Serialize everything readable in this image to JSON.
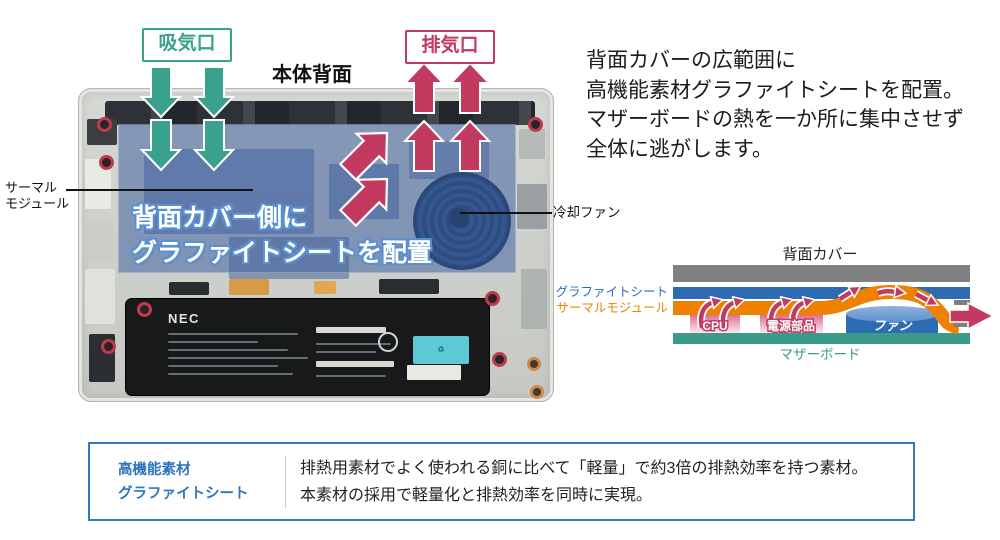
{
  "photo": {
    "intake_label": "吸気口",
    "body_back_label": "本体背面",
    "exhaust_label": "排気口",
    "thermal_module_label_line1": "サーマル",
    "thermal_module_label_line2": "モジュール",
    "cooling_fan_label": "冷却ファン",
    "overlay_caption_line1": "背面カバー側に",
    "overlay_caption_line2": "グラファイトシートを配置",
    "battery_brand": "NEC"
  },
  "description": {
    "line1": "背面カバーの広範囲に",
    "line2": "高機能素材グラファイトシートを配置。",
    "line3": "マザーボードの熱を一か所に集中させず",
    "line4": "全体に逃がします。"
  },
  "cross_section": {
    "back_cover": "背面カバー",
    "graphite_sheet": "グラファイトシート",
    "thermal_module": "サーマルモジュール",
    "cpu": "CPU",
    "power_components": "電源部品",
    "fan": "ファン",
    "motherboard": "マザーボード"
  },
  "info_box": {
    "title_line1": "高機能素材",
    "title_line2": "グラファイトシート",
    "body_line1": "排熱用素材でよく使われる銅に比べて「軽量」で約3倍の排熱効率を持つ素材。",
    "body_line2": "本素材の採用で軽量化と排熱効率を同時に実現。"
  },
  "colors": {
    "intake_teal": "#3AA18C",
    "exhaust_crimson": "#C23A5F",
    "overlay_blue": "rgba(62,94,160,0.52)",
    "diagram_cover_gray": "#808083",
    "diagram_graphite_blue": "#2D6CB3",
    "diagram_thermal_orange": "#EE8100",
    "diagram_motherboard_teal": "#3A9B8A",
    "info_border_blue": "#3579BD"
  }
}
